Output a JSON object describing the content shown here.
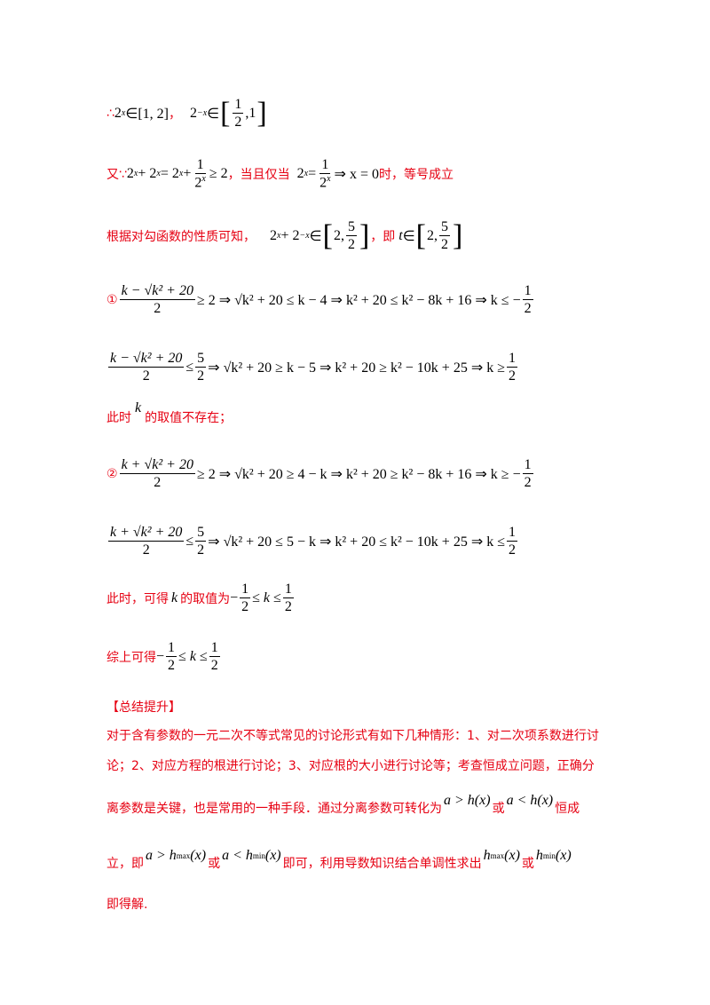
{
  "lines": {
    "l1": {
      "pre": "∴",
      "m1": "2",
      "m1sup": "x",
      "m1b": "∈[1, 2]",
      "sep": "，",
      "m2": "2",
      "m2sup": "−x",
      "m2b": "∈",
      "f_num": "1",
      "f_den": "2",
      "m2c": ",1"
    },
    "l2": {
      "pre": "又∵",
      "math_a": "2",
      "supx": "x",
      "math_b": " + 2",
      "supnx": " x",
      "math_c": " = 2",
      "supx2": "x",
      "math_d": " + ",
      "f_num": "1",
      "f_den": "2",
      "f_den_sup": "x",
      "math_e": " ≥ 2",
      "mid": "，当且仅当",
      "math_f": "2",
      "supx3": "x",
      "math_g": " = ",
      "f2_num": "1",
      "f2_den": "2",
      "f2_den_sup": "x",
      "math_h": " ⇒ x = 0",
      "post": "时，等号成立"
    },
    "l3": {
      "pre": "根据对勾函数的性质可知，",
      "math_a": "2",
      "supx": "x",
      "math_b": " + 2",
      "supnx": "−x",
      "math_c": " ∈",
      "in1": "2, ",
      "f_num": "5",
      "f_den": "2",
      "mid": "，即",
      "t": "t",
      "math_d": " ∈",
      "in2": "2, ",
      "f2_num": "5",
      "f2_den": "2"
    },
    "l4": {
      "pre": "①",
      "num": "k − √k² + 20",
      "den": "2",
      "rest": " ≥ 2 ⇒ √k² + 20 ≤ k − 4 ⇒ k² + 20 ≤ k² − 8k + 16 ⇒ k ≤ −",
      "f_num": "1",
      "f_den": "2"
    },
    "l5": {
      "num": "k − √k² + 20",
      "den": "2",
      "a": " ≤ ",
      "f_num": "5",
      "f_den": "2",
      "rest": " ⇒ √k² + 20 ≥ k − 5 ⇒ k² + 20 ≥ k² − 10k + 25 ⇒ k ≥ ",
      "f2_num": "1",
      "f2_den": "2"
    },
    "l6": {
      "pre": "此时",
      "k": "k",
      "post": "的取值不存在；"
    },
    "l7": {
      "pre": "②",
      "num": "k + √k² + 20",
      "den": "2",
      "rest": " ≥ 2 ⇒ √k² + 20 ≥ 4 − k ⇒ k² + 20 ≥ k² − 8k + 16 ⇒ k ≥ −",
      "f_num": "1",
      "f_den": "2"
    },
    "l8": {
      "num": "k + √k² + 20",
      "den": "2",
      "a": " ≤ ",
      "f_num": "5",
      "f_den": "2",
      "rest": " ⇒ √k² + 20 ≤ 5 − k ⇒ k² + 20 ≤ k² − 10k + 25 ⇒ k ≤ ",
      "f2_num": "1",
      "f2_den": "2"
    },
    "l9": {
      "pre": "此时，可得",
      "k": "k",
      "mid": "的取值为",
      "neg": "−",
      "f_num": "1",
      "f_den": "2",
      "m": " ≤ k ≤ ",
      "f2_num": "1",
      "f2_den": "2"
    },
    "l10": {
      "pre": "综上可得",
      "neg": "−",
      "f_num": "1",
      "f_den": "2",
      "m": " ≤ k ≤ ",
      "f2_num": "1",
      "f2_den": "2"
    }
  },
  "summary": {
    "heading": "【总结提升】",
    "p1": "对于含有参数的一元二次不等式常见的讨论形式有如下几种情形：1、对二次项系数进行讨",
    "p2": "论；2、对应方程的根进行讨论；3、对应根的大小进行讨论等；考查恒成立问题，正确分",
    "p3a": "离参数是关键，也是常用的一种手段．通过分离参数可转化为",
    "p3m1": "a > h(x)",
    "p3b": "或",
    "p3m2": "a < h(x)",
    "p3c": "恒成",
    "p4a": "立，即",
    "p4m1": "a > h",
    "p4m1sub": "max",
    "p4m1c": "(x)",
    "p4b": "或",
    "p4m2": "a < h",
    "p4m2sub": "min",
    "p4m2c": "(x)",
    "p4c": "即可，利用导数知识结合单调性求出",
    "p4m3": "h",
    "p4m3sub": "max",
    "p4m3c": "(x)",
    "p4d": "或",
    "p4m4": "h",
    "p4m4sub": "min",
    "p4m4c": "(x)",
    "p5": "即得解."
  }
}
